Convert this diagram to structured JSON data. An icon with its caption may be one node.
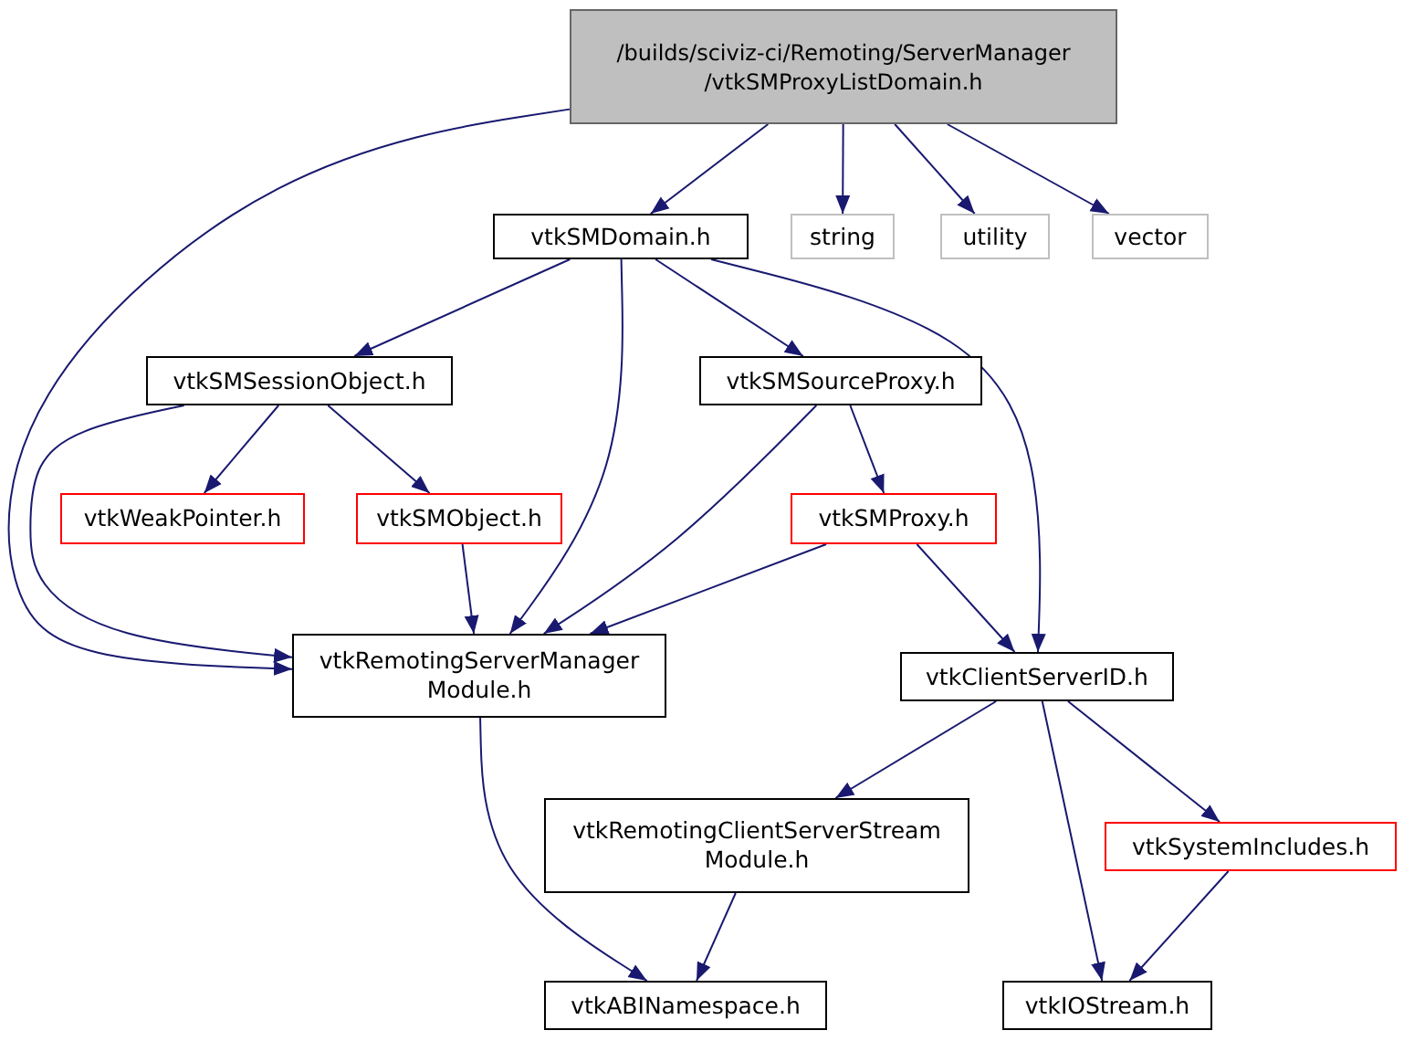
{
  "diagram": {
    "nodes": [
      {
        "text": [
          "/builds/sciviz-ci/Remoting/ServerManager /vtkSMProxyListDomain.h"
        ]
      },
      {
        "text": [
          "vtkSMDomain.h"
        ]
      },
      {
        "text": [
          "string"
        ]
      },
      {
        "text": [
          "utility"
        ]
      },
      {
        "text": [
          "vector"
        ]
      },
      {
        "text": [
          "vtkSMSessionObject.h"
        ]
      },
      {
        "text": [
          "vtkSMSourceProxy.h"
        ]
      },
      {
        "text": [
          "vtkWeakPointer.h"
        ]
      },
      {
        "text": [
          "vtkSMObject.h"
        ]
      },
      {
        "text": [
          "vtkSMProxy.h"
        ]
      },
      {
        "text": [
          "vtkRemotingServerManager Module.h"
        ]
      },
      {
        "text": [
          "vtkClientServerID.h"
        ]
      },
      {
        "text": [
          "vtkRemotingClientServerStream Module.h"
        ]
      },
      {
        "text": [
          "vtkSystemIncludes.h"
        ]
      },
      {
        "text": [
          "vtkABINamespace.h"
        ]
      },
      {
        "text": [
          "vtkIOStream.h"
        ]
      }
    ],
    "edges": [
      {
        "from": 0,
        "to": 10,
        "arrow": "to"
      },
      {
        "from": 0,
        "to": 1,
        "arrow": "to"
      },
      {
        "from": 0,
        "to": 2,
        "arrow": "to"
      },
      {
        "from": 0,
        "to": 3,
        "arrow": "to"
      },
      {
        "from": 0,
        "to": 4,
        "arrow": "to"
      },
      {
        "from": 1,
        "to": 5,
        "arrow": "to"
      },
      {
        "from": 1,
        "to": 10,
        "arrow": "to"
      },
      {
        "from": 1,
        "to": 6,
        "arrow": "to"
      },
      {
        "from": 1,
        "to": 11,
        "arrow": "to"
      },
      {
        "from": 5,
        "to": 10,
        "arrow": "to"
      },
      {
        "from": 5,
        "to": 7,
        "arrow": "to"
      },
      {
        "from": 5,
        "to": 8,
        "arrow": "to"
      },
      {
        "from": 6,
        "to": 10,
        "arrow": "to"
      },
      {
        "from": 6,
        "to": 9,
        "arrow": "to"
      },
      {
        "from": 8,
        "to": 10,
        "arrow": "to"
      },
      {
        "from": 9,
        "to": 10,
        "arrow": "to"
      },
      {
        "from": 9,
        "to": 11,
        "arrow": "to"
      },
      {
        "from": 10,
        "to": 14,
        "arrow": "to"
      },
      {
        "from": 11,
        "to": 12,
        "arrow": "to"
      },
      {
        "from": 11,
        "to": 15,
        "arrow": "to"
      },
      {
        "from": 11,
        "to": 13,
        "arrow": "to"
      },
      {
        "from": 12,
        "to": 14,
        "arrow": "to"
      },
      {
        "from": 13,
        "to": 15,
        "arrow": "to"
      }
    ]
  }
}
